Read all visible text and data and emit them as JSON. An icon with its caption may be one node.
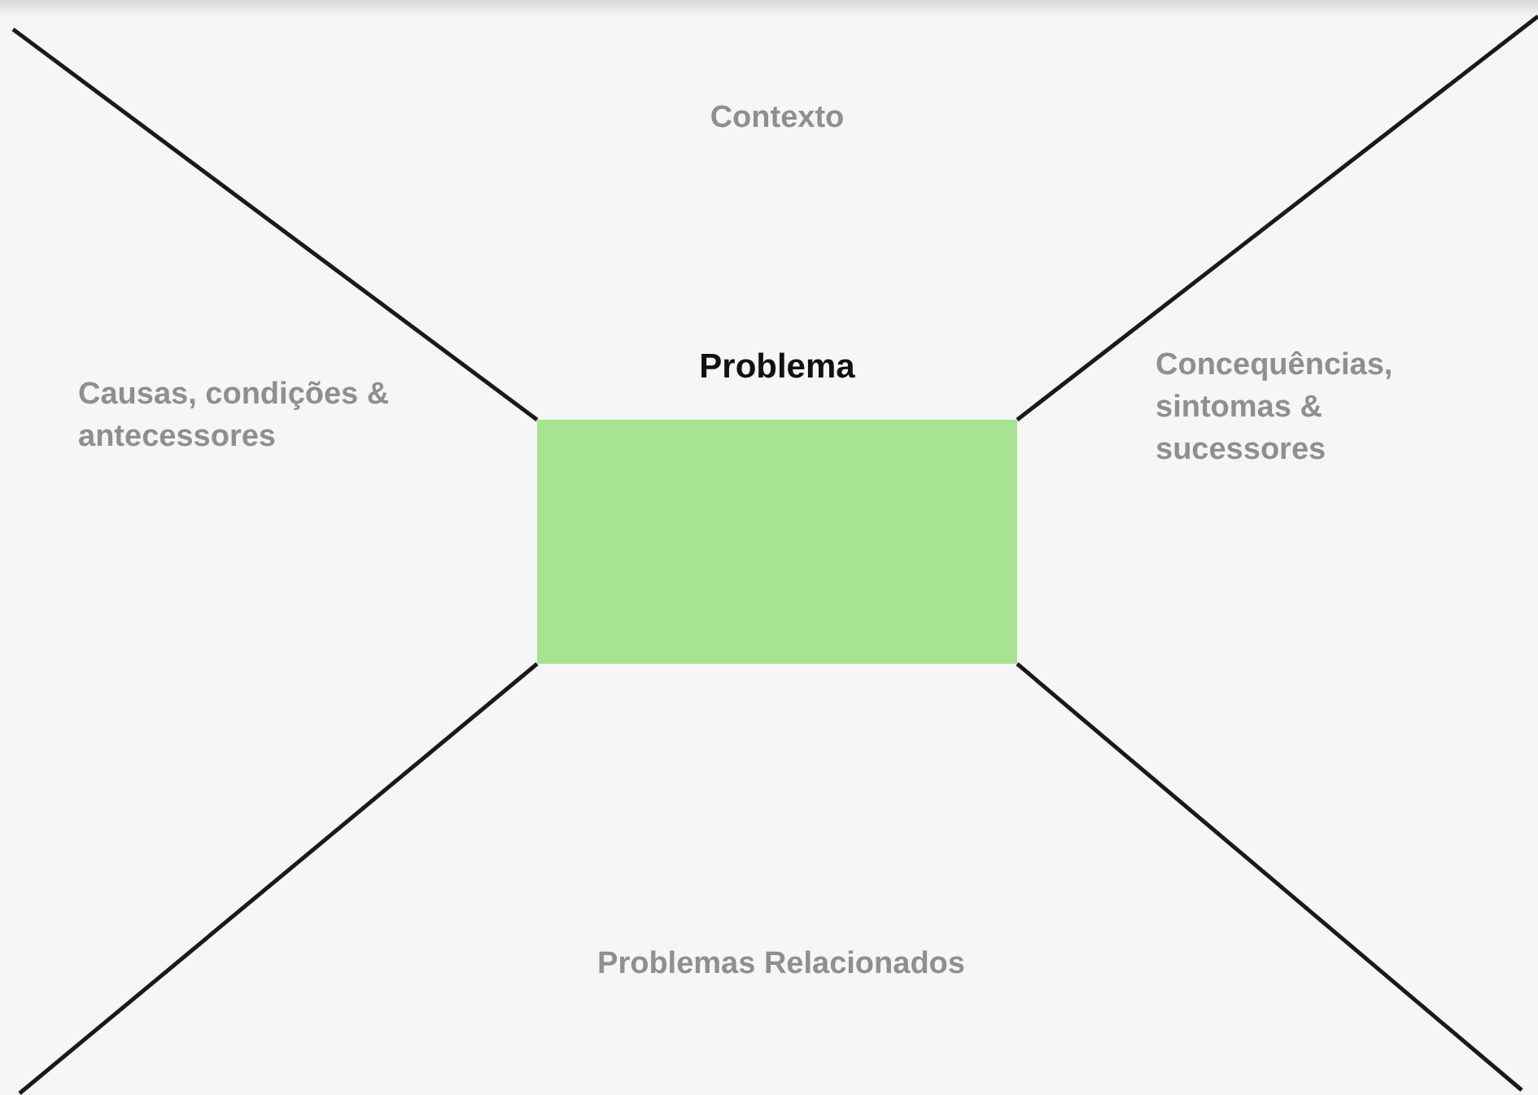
{
  "diagram": {
    "nodes": [
      {
        "text": [
          "Problema"
        ]
      }
    ],
    "labels": [
      "Contexto",
      "Causas, condições & antecessores",
      "Concequências, sintomas & sucessores",
      "Problemas Relacionados"
    ]
  }
}
